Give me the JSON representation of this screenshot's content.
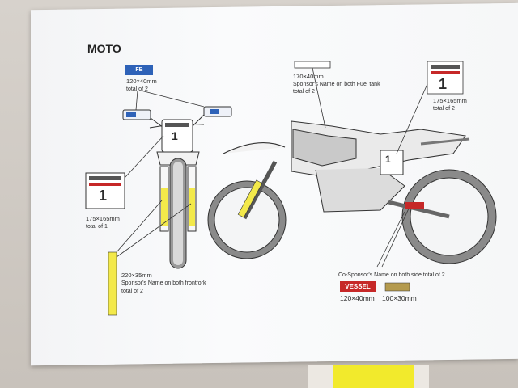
{
  "sheet": {
    "title": "MOTO",
    "mirror_sticker": {
      "logo_text": "FB",
      "size": "120×40mm",
      "qty": "total of 2"
    },
    "tank_sticker": {
      "size": "170×40mm",
      "desc": "Sponsor's Name on both Fuel tank",
      "qty": "total of 2"
    },
    "side_plate": {
      "number": "1",
      "size": "175×165mm",
      "qty": "total of 2"
    },
    "front_plate": {
      "number": "1",
      "size": "175×165mm",
      "qty": "total of 1"
    },
    "fork_sticker": {
      "size": "220×35mm",
      "desc": "Sponsor's Name on both frontfork",
      "qty": "total of 2"
    },
    "co_sponsor": {
      "desc": "Co-Sponsor's Name on both side total of 2",
      "vessel_logo": "VESSEL",
      "vessel_size": "120×40mm",
      "other_size": "100×30mm"
    }
  },
  "colors": {
    "tire": "#8a8a8a",
    "line": "#333333",
    "vessel": "#c62828",
    "fork": "#f3e94a",
    "accent_blue": "#2e62b8"
  }
}
